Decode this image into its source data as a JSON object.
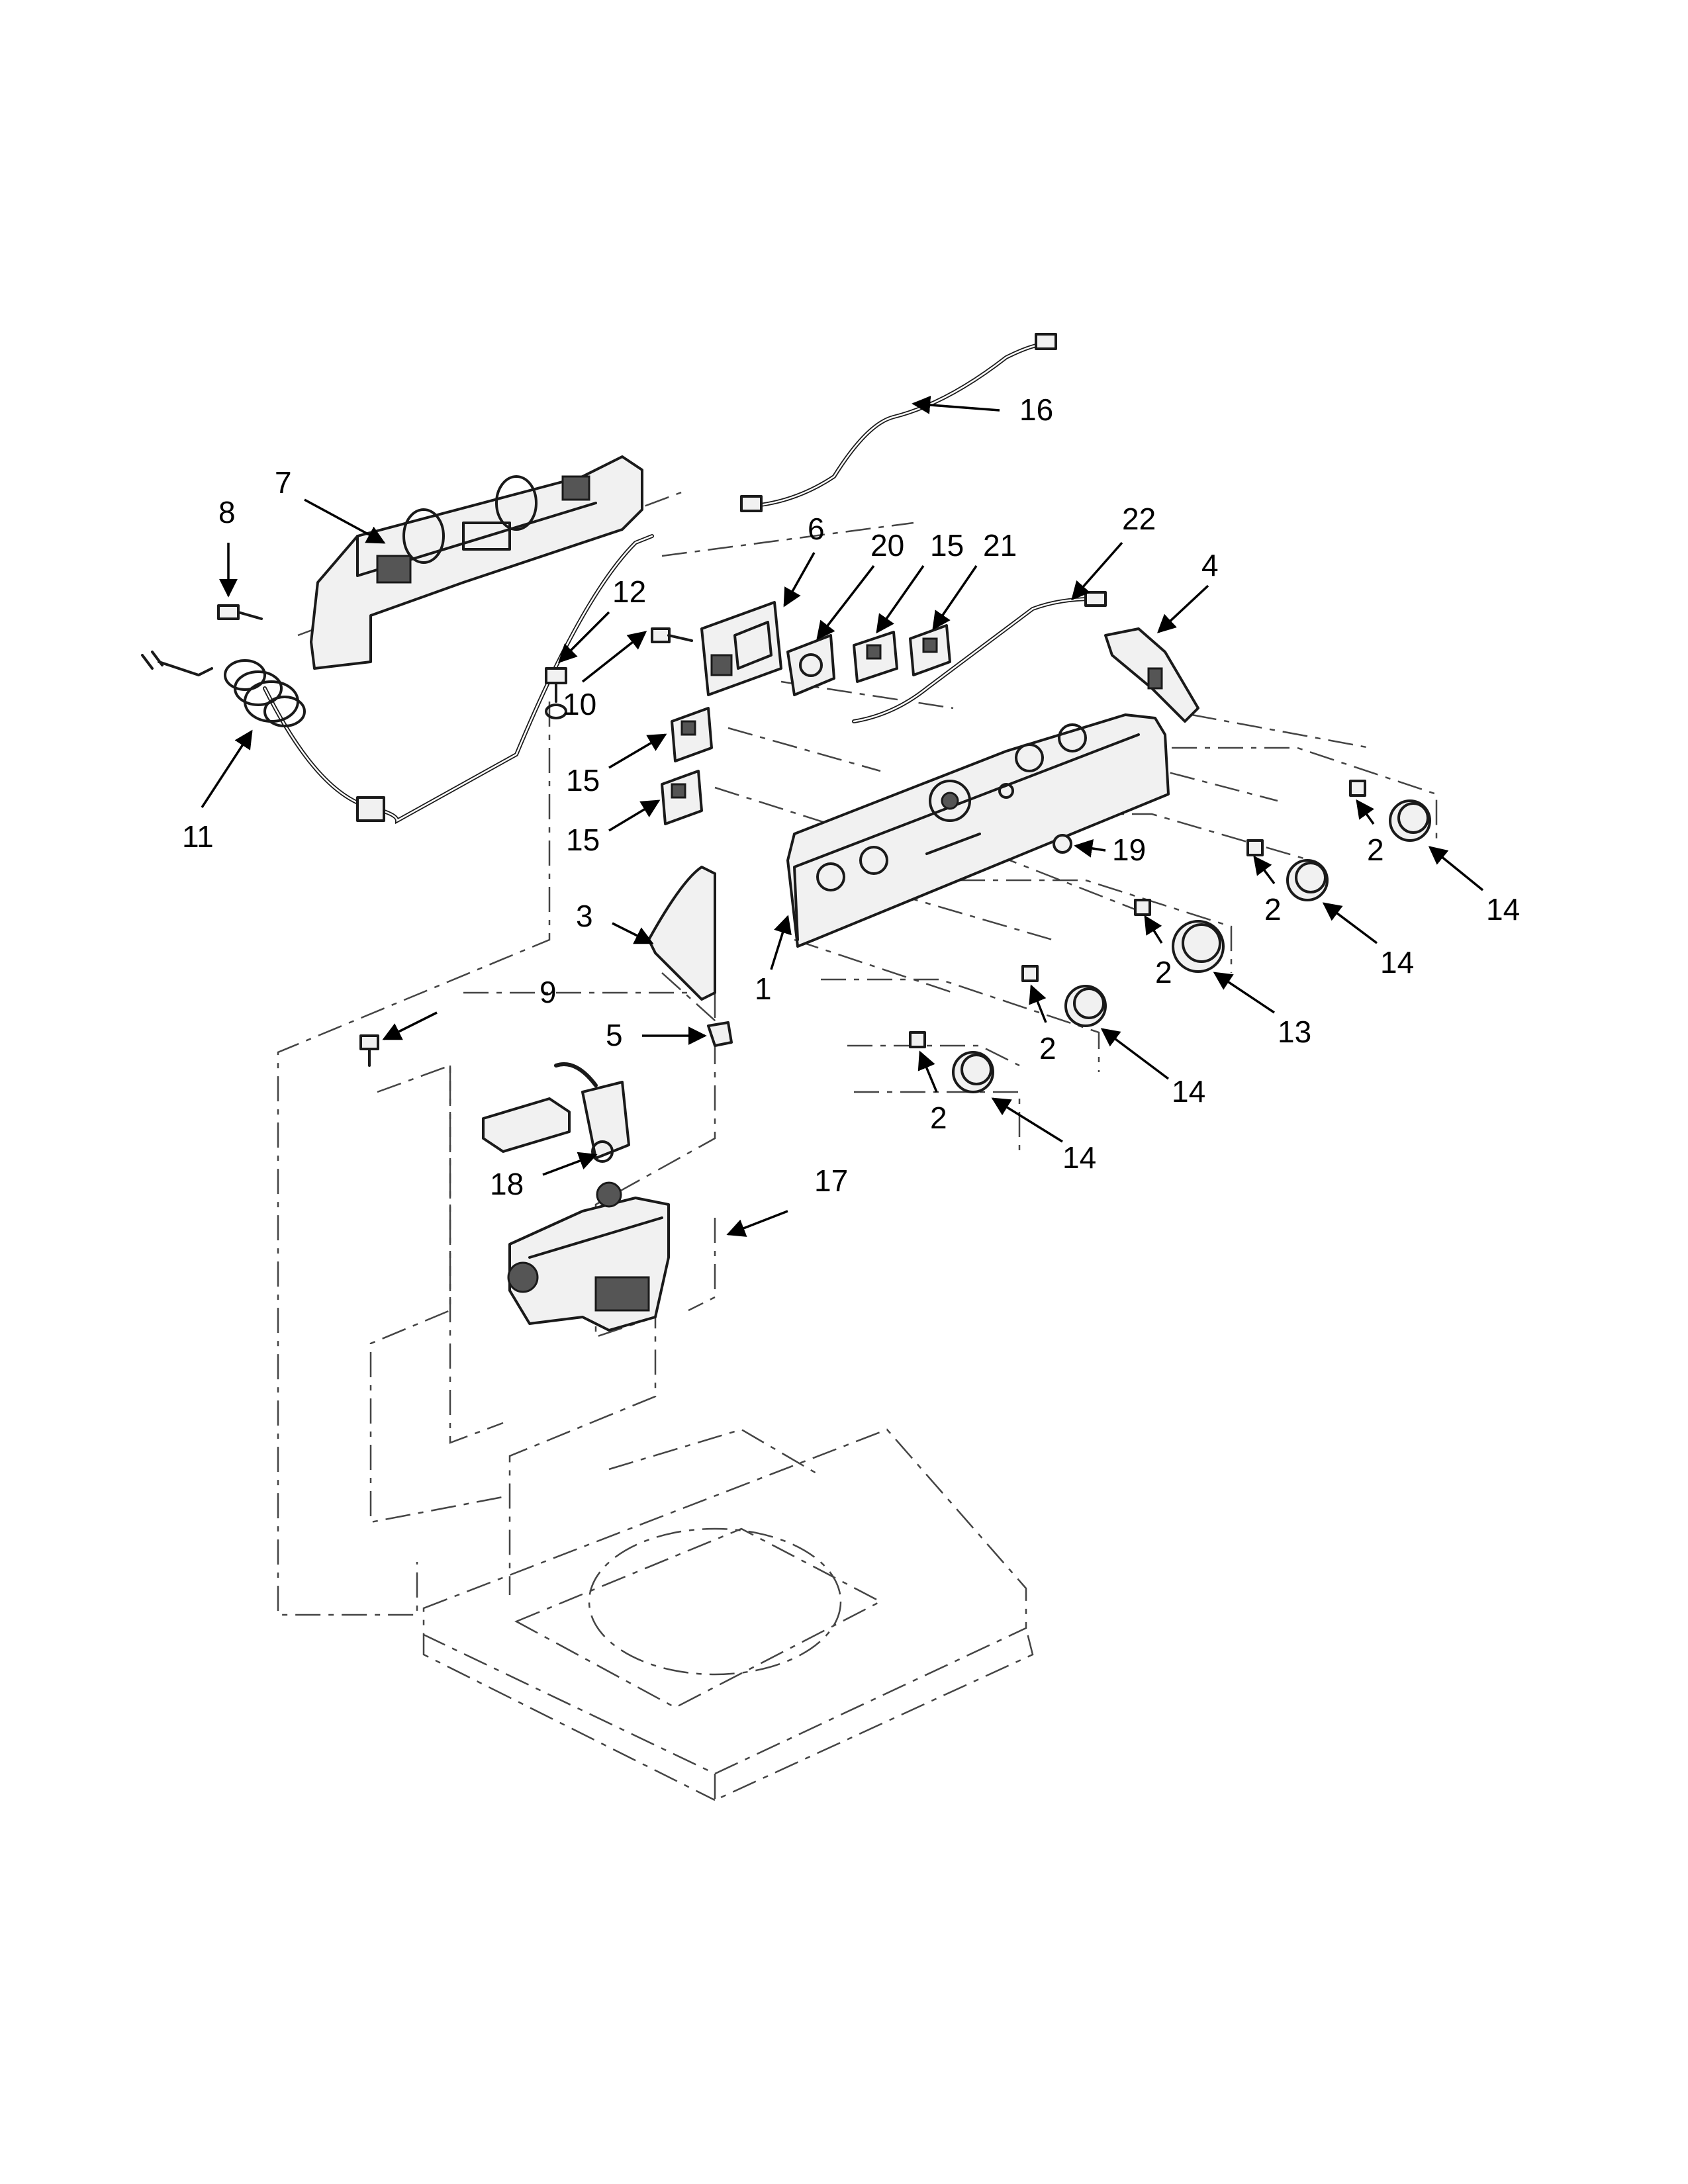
{
  "diagram": {
    "callouts": [
      {
        "id": "c16",
        "label": "16"
      },
      {
        "id": "c7",
        "label": "7"
      },
      {
        "id": "c8",
        "label": "8"
      },
      {
        "id": "c6",
        "label": "6"
      },
      {
        "id": "c20",
        "label": "20"
      },
      {
        "id": "c15a",
        "label": "15"
      },
      {
        "id": "c21",
        "label": "21"
      },
      {
        "id": "c22",
        "label": "22"
      },
      {
        "id": "c4",
        "label": "4"
      },
      {
        "id": "c12",
        "label": "12"
      },
      {
        "id": "c10",
        "label": "10"
      },
      {
        "id": "c11",
        "label": "11"
      },
      {
        "id": "c15b",
        "label": "15"
      },
      {
        "id": "c15c",
        "label": "15"
      },
      {
        "id": "c19",
        "label": "19"
      },
      {
        "id": "c2a",
        "label": "2"
      },
      {
        "id": "c14a",
        "label": "14"
      },
      {
        "id": "c2b",
        "label": "2"
      },
      {
        "id": "c14b",
        "label": "14"
      },
      {
        "id": "c3",
        "label": "3"
      },
      {
        "id": "c1",
        "label": "1"
      },
      {
        "id": "c2c",
        "label": "2"
      },
      {
        "id": "c13",
        "label": "13"
      },
      {
        "id": "c9",
        "label": "9"
      },
      {
        "id": "c5",
        "label": "5"
      },
      {
        "id": "c2d",
        "label": "2"
      },
      {
        "id": "c14c",
        "label": "14"
      },
      {
        "id": "c2e",
        "label": "2"
      },
      {
        "id": "c14d",
        "label": "14"
      },
      {
        "id": "c18",
        "label": "18"
      },
      {
        "id": "c17",
        "label": "17"
      }
    ]
  }
}
